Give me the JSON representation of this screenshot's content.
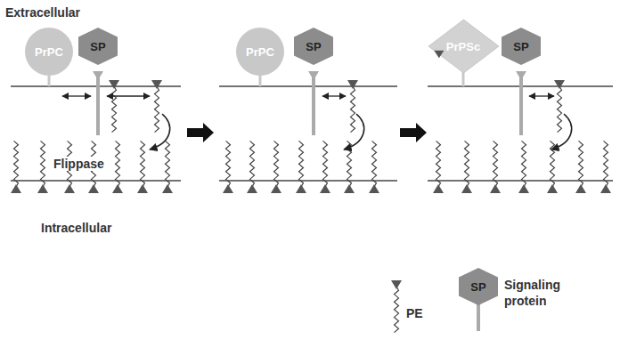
{
  "diagram": {
    "nodes": [
      {
        "text": [
          "PrPC"
        ]
      },
      {
        "text": [
          "SP"
        ]
      },
      {
        "text": [
          "PrPC"
        ]
      },
      {
        "text": [
          "SP"
        ]
      },
      {
        "text": [
          "PrPSc"
        ]
      },
      {
        "text": [
          "SP"
        ]
      },
      {
        "text": [
          "SP"
        ]
      }
    ],
    "labels": [
      "Extracellular",
      "Flippase",
      "Intracellular"
    ],
    "legend": [
      {
        "text": "PE"
      },
      {
        "text": "Signaling protein"
      }
    ]
  }
}
